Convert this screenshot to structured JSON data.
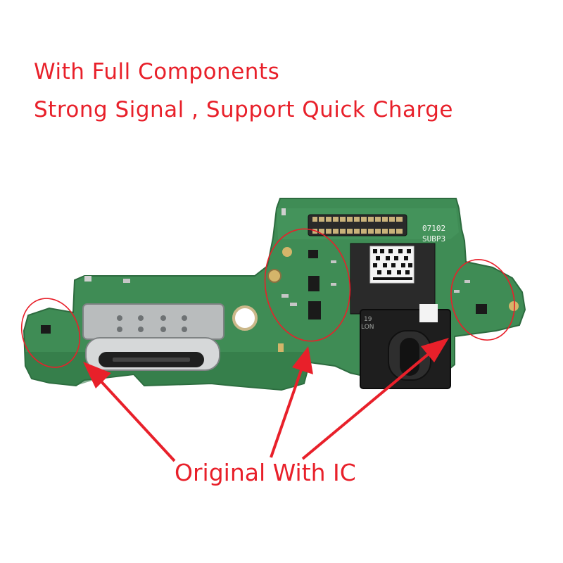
{
  "headline": {
    "line1": "With Full Components",
    "line2": "Strong Signal ,  Support Quick Charge"
  },
  "callout": {
    "label": "Original With IC"
  },
  "pcb": {
    "silkscreen_line1": "07102",
    "silkscreen_line2": "SUBP3",
    "jack_marking_line1": "19",
    "jack_marking_line2": "LON"
  },
  "colors": {
    "annotation_red": "#e8202a",
    "pcb_green": "#3f8c55",
    "background": "#ffffff"
  }
}
